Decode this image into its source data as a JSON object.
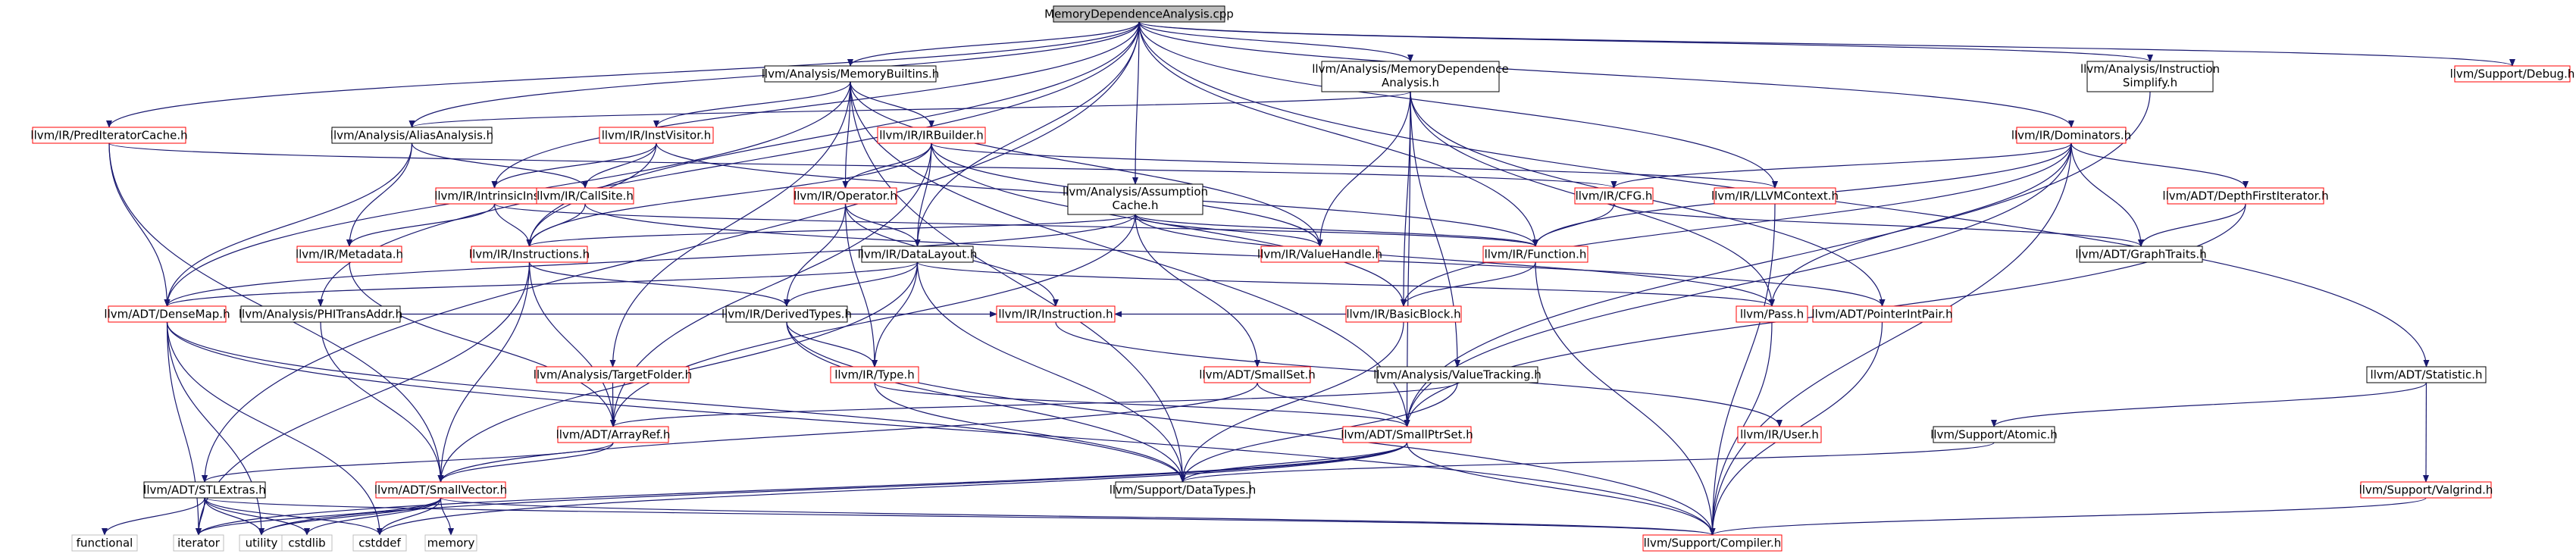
{
  "colors": {
    "background": "#ffffff",
    "edge": "#191970",
    "border_documented": "#000000",
    "border_undocumented": "#ff0000",
    "border_external": "#bfbfbf",
    "root_fill": "#bfbfbf",
    "text": "#000000"
  },
  "nodes": [
    {
      "id": "mda_cpp",
      "lines": [
        "MemoryDependenceAnalysis.cpp"
      ],
      "style": "root"
    },
    {
      "id": "memory_builtins",
      "lines": [
        "llvm/Analysis/MemoryBuiltins.h"
      ],
      "style": "documented"
    },
    {
      "id": "memdep_h",
      "lines": [
        "llvm/Analysis/MemoryDependence",
        "Analysis.h"
      ],
      "style": "documented"
    },
    {
      "id": "inst_simplify",
      "lines": [
        "llvm/Analysis/Instruction",
        "Simplify.h"
      ],
      "style": "documented"
    },
    {
      "id": "support_debug",
      "lines": [
        "llvm/Support/Debug.h"
      ],
      "style": "undocumented"
    },
    {
      "id": "pred_cache",
      "lines": [
        "llvm/IR/PredIteratorCache.h"
      ],
      "style": "undocumented"
    },
    {
      "id": "alias_analysis",
      "lines": [
        "llvm/Analysis/AliasAnalysis.h"
      ],
      "style": "documented"
    },
    {
      "id": "inst_visitor",
      "lines": [
        "llvm/IR/InstVisitor.h"
      ],
      "style": "undocumented"
    },
    {
      "id": "irbuilder",
      "lines": [
        "llvm/IR/IRBuilder.h"
      ],
      "style": "undocumented"
    },
    {
      "id": "dominators",
      "lines": [
        "llvm/IR/Dominators.h"
      ],
      "style": "undocumented"
    },
    {
      "id": "intrinsic_inst",
      "lines": [
        "llvm/IR/IntrinsicInst.h"
      ],
      "style": "undocumented"
    },
    {
      "id": "callsite",
      "lines": [
        "llvm/IR/CallSite.h"
      ],
      "style": "undocumented"
    },
    {
      "id": "operator",
      "lines": [
        "llvm/IR/Operator.h"
      ],
      "style": "undocumented"
    },
    {
      "id": "assumption_cache",
      "lines": [
        "llvm/Analysis/Assumption",
        "Cache.h"
      ],
      "style": "documented"
    },
    {
      "id": "cfg",
      "lines": [
        "llvm/IR/CFG.h"
      ],
      "style": "undocumented"
    },
    {
      "id": "llvm_context",
      "lines": [
        "llvm/IR/LLVMContext.h"
      ],
      "style": "undocumented"
    },
    {
      "id": "depth_first",
      "lines": [
        "llvm/ADT/DepthFirstIterator.h"
      ],
      "style": "undocumented"
    },
    {
      "id": "metadata",
      "lines": [
        "llvm/IR/Metadata.h"
      ],
      "style": "undocumented"
    },
    {
      "id": "instructions",
      "lines": [
        "llvm/IR/Instructions.h"
      ],
      "style": "undocumented"
    },
    {
      "id": "datalayout",
      "lines": [
        "llvm/IR/DataLayout.h"
      ],
      "style": "documented"
    },
    {
      "id": "valuehandle",
      "lines": [
        "llvm/IR/ValueHandle.h"
      ],
      "style": "undocumented"
    },
    {
      "id": "function",
      "lines": [
        "llvm/IR/Function.h"
      ],
      "style": "undocumented"
    },
    {
      "id": "graph_traits",
      "lines": [
        "llvm/ADT/GraphTraits.h"
      ],
      "style": "documented"
    },
    {
      "id": "densemap",
      "lines": [
        "llvm/ADT/DenseMap.h"
      ],
      "style": "undocumented"
    },
    {
      "id": "phitransaddr",
      "lines": [
        "llvm/Analysis/PHITransAddr.h"
      ],
      "style": "documented"
    },
    {
      "id": "derived_types",
      "lines": [
        "llvm/IR/DerivedTypes.h"
      ],
      "style": "documented"
    },
    {
      "id": "basic_block",
      "lines": [
        "llvm/IR/BasicBlock.h"
      ],
      "style": "undocumented"
    },
    {
      "id": "pass",
      "lines": [
        "llvm/Pass.h"
      ],
      "style": "undocumented"
    },
    {
      "id": "pointer_int_pair",
      "lines": [
        "llvm/ADT/PointerIntPair.h"
      ],
      "style": "undocumented"
    },
    {
      "id": "target_folder",
      "lines": [
        "llvm/Analysis/TargetFolder.h"
      ],
      "style": "undocumented"
    },
    {
      "id": "ir_instruction",
      "lines": [
        "llvm/IR/Instruction.h"
      ],
      "style": "undocumented"
    },
    {
      "id": "ir_type",
      "lines": [
        "llvm/IR/Type.h"
      ],
      "style": "undocumented"
    },
    {
      "id": "small_set",
      "lines": [
        "llvm/ADT/SmallSet.h"
      ],
      "style": "undocumented"
    },
    {
      "id": "value_tracking",
      "lines": [
        "llvm/Analysis/ValueTracking.h"
      ],
      "style": "documented"
    },
    {
      "id": "statistic",
      "lines": [
        "llvm/ADT/Statistic.h"
      ],
      "style": "documented"
    },
    {
      "id": "array_ref",
      "lines": [
        "llvm/ADT/ArrayRef.h"
      ],
      "style": "undocumented"
    },
    {
      "id": "small_ptr_set",
      "lines": [
        "llvm/ADT/SmallPtrSet.h"
      ],
      "style": "undocumented"
    },
    {
      "id": "ir_user",
      "lines": [
        "llvm/IR/User.h"
      ],
      "style": "undocumented"
    },
    {
      "id": "support_atomic",
      "lines": [
        "llvm/Support/Atomic.h"
      ],
      "style": "documented"
    },
    {
      "id": "stl_extras",
      "lines": [
        "llvm/ADT/STLExtras.h"
      ],
      "style": "documented"
    },
    {
      "id": "small_vector",
      "lines": [
        "llvm/ADT/SmallVector.h"
      ],
      "style": "undocumented"
    },
    {
      "id": "data_types",
      "lines": [
        "llvm/Support/DataTypes.h"
      ],
      "style": "documented"
    },
    {
      "id": "valgrind",
      "lines": [
        "llvm/Support/Valgrind.h"
      ],
      "style": "undocumented"
    },
    {
      "id": "functional",
      "lines": [
        "functional"
      ],
      "style": "external"
    },
    {
      "id": "iterator",
      "lines": [
        "iterator"
      ],
      "style": "external"
    },
    {
      "id": "utility",
      "lines": [
        "utility"
      ],
      "style": "external"
    },
    {
      "id": "cstdlib",
      "lines": [
        "cstdlib"
      ],
      "style": "external"
    },
    {
      "id": "cstddef",
      "lines": [
        "cstddef"
      ],
      "style": "external"
    },
    {
      "id": "memory",
      "lines": [
        "memory"
      ],
      "style": "external"
    },
    {
      "id": "compiler",
      "lines": [
        "llvm/Support/Compiler.h"
      ],
      "style": "undocumented"
    }
  ],
  "edges": [
    [
      "mda_cpp",
      "memory_builtins"
    ],
    [
      "mda_cpp",
      "memdep_h"
    ],
    [
      "mda_cpp",
      "inst_simplify"
    ],
    [
      "mda_cpp",
      "support_debug"
    ],
    [
      "mda_cpp",
      "pred_cache"
    ],
    [
      "mda_cpp",
      "alias_analysis"
    ],
    [
      "mda_cpp",
      "dominators"
    ],
    [
      "mda_cpp",
      "intrinsic_inst"
    ],
    [
      "mda_cpp",
      "assumption_cache"
    ],
    [
      "mda_cpp",
      "datalayout"
    ],
    [
      "mda_cpp",
      "instructions"
    ],
    [
      "mda_cpp",
      "llvm_context"
    ],
    [
      "mda_cpp",
      "function"
    ],
    [
      "mda_cpp",
      "phitransaddr"
    ],
    [
      "mda_cpp",
      "statistic"
    ],
    [
      "mda_cpp",
      "stl_extras"
    ],
    [
      "memory_builtins",
      "inst_visitor"
    ],
    [
      "memory_builtins",
      "irbuilder"
    ],
    [
      "memory_builtins",
      "operator"
    ],
    [
      "memory_builtins",
      "target_folder"
    ],
    [
      "memory_builtins",
      "valuehandle"
    ],
    [
      "memory_builtins",
      "data_types"
    ],
    [
      "memory_builtins",
      "densemap"
    ],
    [
      "memory_builtins",
      "small_ptr_set"
    ],
    [
      "memdep_h",
      "alias_analysis"
    ],
    [
      "memdep_h",
      "basic_block"
    ],
    [
      "memdep_h",
      "valuehandle"
    ],
    [
      "memdep_h",
      "pass"
    ],
    [
      "memdep_h",
      "pointer_int_pair"
    ],
    [
      "memdep_h",
      "small_ptr_set"
    ],
    [
      "memdep_h",
      "value_tracking"
    ],
    [
      "inst_simplify",
      "small_ptr_set"
    ],
    [
      "pred_cache",
      "densemap"
    ],
    [
      "pred_cache",
      "small_vector"
    ],
    [
      "pred_cache",
      "cfg"
    ],
    [
      "alias_analysis",
      "metadata"
    ],
    [
      "alias_analysis",
      "densemap"
    ],
    [
      "alias_analysis",
      "callsite"
    ],
    [
      "inst_visitor",
      "intrinsic_inst"
    ],
    [
      "inst_visitor",
      "callsite"
    ],
    [
      "inst_visitor",
      "instructions"
    ],
    [
      "inst_visitor",
      "function"
    ],
    [
      "irbuilder",
      "operator"
    ],
    [
      "irbuilder",
      "datalayout"
    ],
    [
      "irbuilder",
      "basic_block"
    ],
    [
      "irbuilder",
      "instructions"
    ],
    [
      "irbuilder",
      "llvm_context"
    ],
    [
      "irbuilder",
      "array_ref"
    ],
    [
      "irbuilder",
      "valuehandle"
    ],
    [
      "dominators",
      "cfg"
    ],
    [
      "dominators",
      "function"
    ],
    [
      "dominators",
      "depth_first"
    ],
    [
      "dominators",
      "graph_traits"
    ],
    [
      "dominators",
      "basic_block"
    ],
    [
      "dominators",
      "small_ptr_set"
    ],
    [
      "dominators",
      "compiler"
    ],
    [
      "dominators",
      "pass"
    ],
    [
      "intrinsic_inst",
      "metadata"
    ],
    [
      "intrinsic_inst",
      "instructions"
    ],
    [
      "intrinsic_inst",
      "function"
    ],
    [
      "callsite",
      "instructions"
    ],
    [
      "callsite",
      "pointer_int_pair"
    ],
    [
      "operator",
      "datalayout"
    ],
    [
      "operator",
      "derived_types"
    ],
    [
      "operator",
      "ir_instruction"
    ],
    [
      "operator",
      "ir_type"
    ],
    [
      "assumption_cache",
      "densemap"
    ],
    [
      "assumption_cache",
      "valuehandle"
    ],
    [
      "assumption_cache",
      "function"
    ],
    [
      "assumption_cache",
      "small_set"
    ],
    [
      "assumption_cache",
      "pass"
    ],
    [
      "assumption_cache",
      "array_ref"
    ],
    [
      "assumption_cache",
      "instructions"
    ],
    [
      "cfg",
      "function"
    ],
    [
      "cfg",
      "graph_traits"
    ],
    [
      "llvm_context",
      "compiler"
    ],
    [
      "depth_first",
      "graph_traits"
    ],
    [
      "depth_first",
      "small_ptr_set"
    ],
    [
      "metadata",
      "array_ref"
    ],
    [
      "instructions",
      "derived_types"
    ],
    [
      "instructions",
      "array_ref"
    ],
    [
      "instructions",
      "small_vector"
    ],
    [
      "instructions",
      "iterator"
    ],
    [
      "datalayout",
      "densemap"
    ],
    [
      "datalayout",
      "derived_types"
    ],
    [
      "datalayout",
      "ir_type"
    ],
    [
      "datalayout",
      "pass"
    ],
    [
      "datalayout",
      "data_types"
    ],
    [
      "datalayout",
      "small_vector"
    ],
    [
      "function",
      "basic_block"
    ],
    [
      "function",
      "compiler"
    ],
    [
      "densemap",
      "iterator"
    ],
    [
      "densemap",
      "utility"
    ],
    [
      "densemap",
      "cstddef"
    ],
    [
      "densemap",
      "data_types"
    ],
    [
      "densemap",
      "compiler"
    ],
    [
      "phitransaddr",
      "small_vector"
    ],
    [
      "phitransaddr",
      "ir_instruction"
    ],
    [
      "derived_types",
      "ir_type"
    ],
    [
      "derived_types",
      "data_types"
    ],
    [
      "derived_types",
      "compiler"
    ],
    [
      "basic_block",
      "ir_instruction"
    ],
    [
      "basic_block",
      "data_types"
    ],
    [
      "pass",
      "compiler"
    ],
    [
      "pointer_int_pair",
      "compiler"
    ],
    [
      "target_folder",
      "array_ref"
    ],
    [
      "ir_instruction",
      "ir_user"
    ],
    [
      "ir_type",
      "small_ptr_set"
    ],
    [
      "ir_type",
      "data_types"
    ],
    [
      "small_set",
      "small_ptr_set"
    ],
    [
      "small_set",
      "small_vector"
    ],
    [
      "value_tracking",
      "array_ref"
    ],
    [
      "value_tracking",
      "data_types"
    ],
    [
      "statistic",
      "support_atomic"
    ],
    [
      "statistic",
      "valgrind"
    ],
    [
      "support_atomic",
      "data_types"
    ],
    [
      "valgrind",
      "compiler"
    ],
    [
      "array_ref",
      "stl_extras"
    ],
    [
      "array_ref",
      "small_vector"
    ],
    [
      "small_ptr_set",
      "cstddef"
    ],
    [
      "small_ptr_set",
      "iterator"
    ],
    [
      "small_ptr_set",
      "utility"
    ],
    [
      "small_ptr_set",
      "data_types"
    ],
    [
      "small_ptr_set",
      "compiler"
    ],
    [
      "stl_extras",
      "functional"
    ],
    [
      "stl_extras",
      "iterator"
    ],
    [
      "stl_extras",
      "utility"
    ],
    [
      "stl_extras",
      "cstdlib"
    ],
    [
      "stl_extras",
      "cstddef"
    ],
    [
      "stl_extras",
      "compiler"
    ],
    [
      "small_vector",
      "iterator"
    ],
    [
      "small_vector",
      "utility"
    ],
    [
      "small_vector",
      "cstdlib"
    ],
    [
      "small_vector",
      "cstddef"
    ],
    [
      "small_vector",
      "memory"
    ],
    [
      "small_vector",
      "compiler"
    ]
  ]
}
